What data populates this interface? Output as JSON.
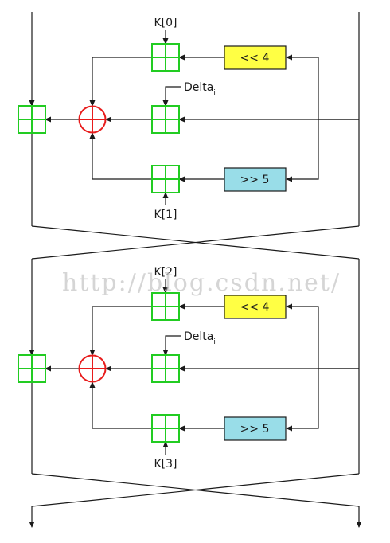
{
  "rounds": [
    {
      "key_top": "K[0]",
      "key_bottom": "K[1]",
      "delta": "Delta",
      "delta_sub": "i",
      "shift_left_label": "<< 4",
      "shift_right_label": ">> 5"
    },
    {
      "key_top": "K[2]",
      "key_bottom": "K[3]",
      "delta": "Delta",
      "delta_sub": "i",
      "shift_left_label": "<< 4",
      "shift_right_label": ">> 5"
    }
  ],
  "watermark": "http://blog.csdn.net/",
  "colors": {
    "adder": "#22cc22",
    "xor": "#e81c1c",
    "shift_left": "#ffff44",
    "shift_right": "#99dde8",
    "line": "#1a1a1a"
  }
}
